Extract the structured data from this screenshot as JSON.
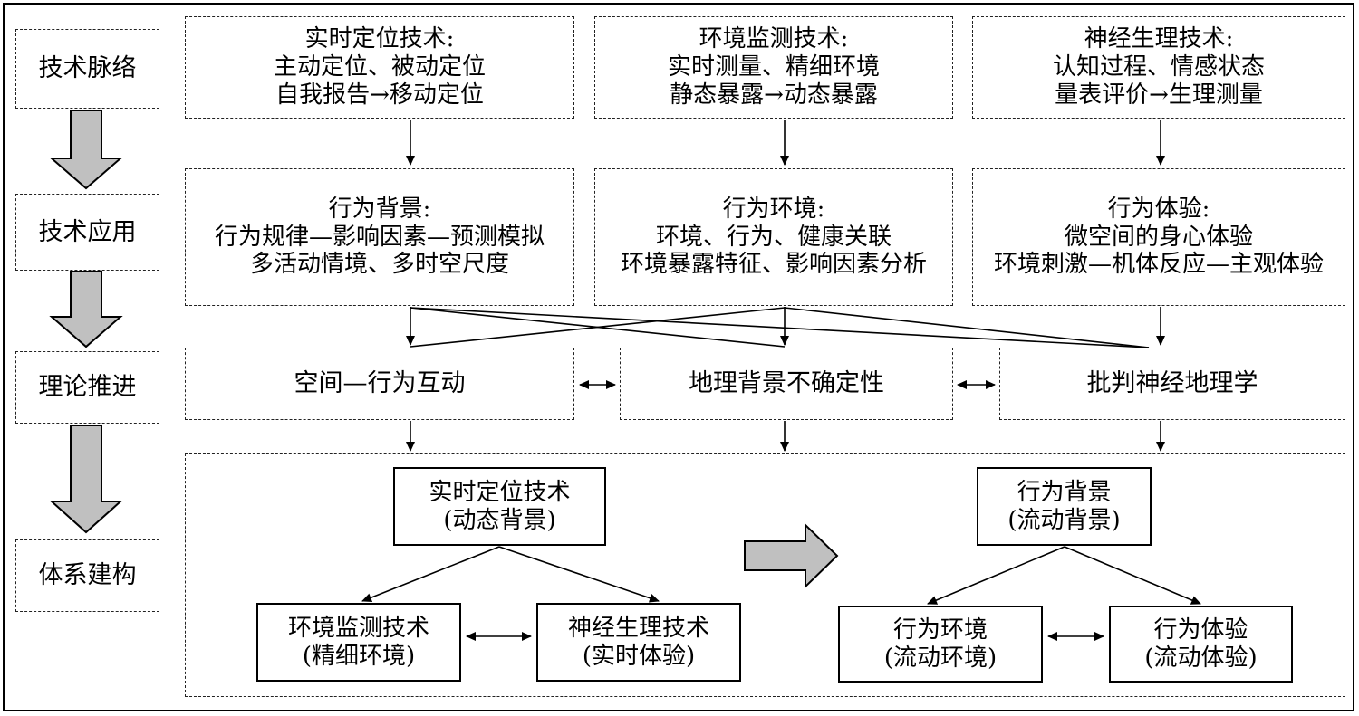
{
  "side_steps": [
    "技术脉络",
    "技术应用",
    "理论推进",
    "体系建构"
  ],
  "tech_row": [
    {
      "title": "实时定位技术:",
      "line1": "主动定位、被动定位",
      "line2": "自我报告→移动定位"
    },
    {
      "title": "环境监测技术:",
      "line1": "实时测量、精细环境",
      "line2": "静态暴露→动态暴露"
    },
    {
      "title": "神经生理技术:",
      "line1": "认知过程、情感状态",
      "line2": "量表评价→生理测量"
    }
  ],
  "application_row": [
    {
      "title": "行为背景:",
      "line1": "行为规律—影响因素—预测模拟",
      "line2": "多活动情境、多时空尺度"
    },
    {
      "title": "行为环境:",
      "line1": "环境、行为、健康关联",
      "line2": "环境暴露特征、影响因素分析"
    },
    {
      "title": "行为体验:",
      "line1": "微空间的身心体验",
      "line2": "环境刺激—机体反应—主观体验"
    }
  ],
  "theory_row": [
    "空间—行为互动",
    "地理背景不确定性",
    "批判神经地理学"
  ],
  "system": {
    "left": {
      "top": {
        "line1": "实时定位技术",
        "line2": "(动态背景)"
      },
      "bottom_left": {
        "line1": "环境监测技术",
        "line2": "(精细环境)"
      },
      "bottom_right": {
        "line1": "神经生理技术",
        "line2": "(实时体验)"
      }
    },
    "right": {
      "top": {
        "line1": "行为背景",
        "line2": "(流动背景)"
      },
      "bottom_left": {
        "line1": "行为环境",
        "line2": "(流动环境)"
      },
      "bottom_right": {
        "line1": "行为体验",
        "line2": "(流动体验)"
      }
    }
  },
  "colors": {
    "block_arrow_fill": "#c0c0c0",
    "stroke": "#000000"
  }
}
